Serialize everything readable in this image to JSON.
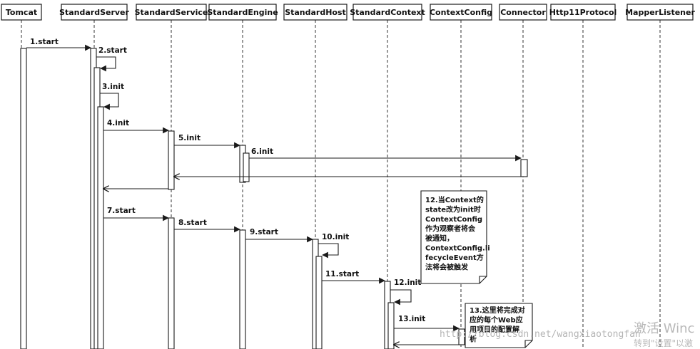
{
  "participants": [
    {
      "id": "tomcat",
      "label": "Tomcat"
    },
    {
      "id": "server",
      "label": "StandardServer"
    },
    {
      "id": "service",
      "label": "StandardService"
    },
    {
      "id": "engine",
      "label": "StandardEngine"
    },
    {
      "id": "host",
      "label": "StandardHost"
    },
    {
      "id": "context",
      "label": "StandardContext"
    },
    {
      "id": "contextconfig",
      "label": "ContextConfig"
    },
    {
      "id": "connector",
      "label": "Connector"
    },
    {
      "id": "http11",
      "label": "Http11Protocol"
    },
    {
      "id": "mapper",
      "label": "MapperListener"
    }
  ],
  "messages": [
    {
      "id": "m1",
      "label": "1.start",
      "from": "tomcat",
      "to": "server",
      "kind": "call"
    },
    {
      "id": "m2",
      "label": "2.start",
      "from": "server",
      "to": "server",
      "kind": "self"
    },
    {
      "id": "m3",
      "label": "3.init",
      "from": "server",
      "to": "server",
      "kind": "self"
    },
    {
      "id": "m4",
      "label": "4.init",
      "from": "server",
      "to": "service",
      "kind": "call"
    },
    {
      "id": "m5",
      "label": "5.init",
      "from": "service",
      "to": "engine",
      "kind": "call"
    },
    {
      "id": "m6",
      "label": "6.init",
      "from": "engine",
      "to": "connector",
      "kind": "call"
    },
    {
      "id": "r6",
      "label": "",
      "from": "connector",
      "to": "service",
      "kind": "return"
    },
    {
      "id": "r4",
      "label": "",
      "from": "service",
      "to": "server",
      "kind": "return"
    },
    {
      "id": "m7",
      "label": "7.start",
      "from": "server",
      "to": "service",
      "kind": "call"
    },
    {
      "id": "m8",
      "label": "8.start",
      "from": "service",
      "to": "engine",
      "kind": "call"
    },
    {
      "id": "m9",
      "label": "9.start",
      "from": "engine",
      "to": "host",
      "kind": "call"
    },
    {
      "id": "m10",
      "label": "10.init",
      "from": "host",
      "to": "host",
      "kind": "self"
    },
    {
      "id": "m11",
      "label": "11.start",
      "from": "host",
      "to": "context",
      "kind": "call"
    },
    {
      "id": "m12",
      "label": "12.init",
      "from": "context",
      "to": "context",
      "kind": "self"
    },
    {
      "id": "m13",
      "label": "13.init",
      "from": "context",
      "to": "contextconfig",
      "kind": "call"
    },
    {
      "id": "r13",
      "label": "",
      "from": "contextconfig",
      "to": "context",
      "kind": "return"
    }
  ],
  "notes": [
    {
      "id": "note12",
      "lines": [
        "12.当Context的",
        "state改为init时",
        "ContextConfig",
        "作为观察者将会",
        "被通知，",
        "ContextConfig.li",
        "fecycleEvent方",
        "法将会被触发"
      ]
    },
    {
      "id": "note13",
      "lines": [
        "13.这里将完成对",
        "应的每个Web应",
        "用项目的配置解",
        "析"
      ]
    }
  ],
  "watermark": "http://blog.csdn.net/wangxiaotongfan",
  "overlay": {
    "line1": "激活 Winc",
    "line2": "转到\"设置\"以激"
  }
}
